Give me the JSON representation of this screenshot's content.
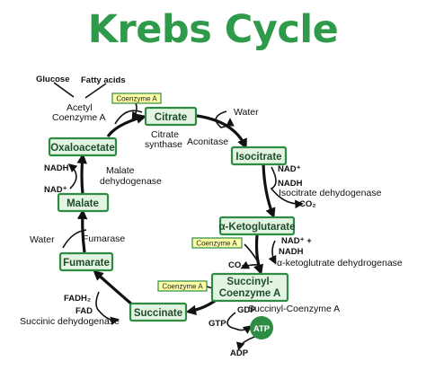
{
  "title": "Krebs Cycle",
  "compounds": {
    "citrate": "Citrate",
    "isocitrate": "Isocitrate",
    "ketoglutarate": "α-Ketoglutarate",
    "succinyl_line1": "Succinyl-",
    "succinyl_line2": "Coenzyme A",
    "succinate": "Succinate",
    "fumarate": "Fumarate",
    "malate": "Malate",
    "oxaloacetate": "Oxaloacetate"
  },
  "coenzyme_tags": [
    "Coenzyme A",
    "Coenzyme A",
    "Coenzyme A"
  ],
  "inputs": {
    "glucose": "Glucose",
    "fatty_acids": "Fatty acids",
    "acetyl_line1": "Acetyl",
    "acetyl_line2": "Coenzyme A"
  },
  "enzymes": {
    "citrate_synthase_1": "Citrate",
    "citrate_synthase_2": "synthase",
    "aconitase": "Aconitase",
    "isocitrate_dh": "Isocitrate dehydogenase",
    "ketoglutarate_dh": "α-ketoglutrate dehydrogenase",
    "succinyl_coa": "Succinyl-Coenzyme A",
    "succinic_dh": "Succinic dehydogenase",
    "fumarase": "Fumarase",
    "malate_dh_1": "Malate",
    "malate_dh_2": "dehydogenase"
  },
  "molecules": {
    "water_top": "Water",
    "water_left": "Water",
    "nad_iso": "NAD⁺",
    "nadh_iso": "NADH",
    "co2_iso": "CO₂",
    "nad_keto": "NAD⁺ +",
    "nadh_keto": "NADH",
    "co2_keto": "CO₂",
    "gdp": "GDP",
    "gtp": "GTP",
    "atp": "ATP",
    "adp": "ADP",
    "fadh2": "FADH₂",
    "fad": "FAD",
    "nadh_mal": "NADH",
    "nad_mal": "NAD⁺"
  },
  "colors": {
    "title": "#2e9a4a",
    "node_fill": "#e4f4e2",
    "node_stroke": "#2e8b44",
    "tag_fill": "#ffffa8",
    "atp_fill": "#2e8b44"
  }
}
